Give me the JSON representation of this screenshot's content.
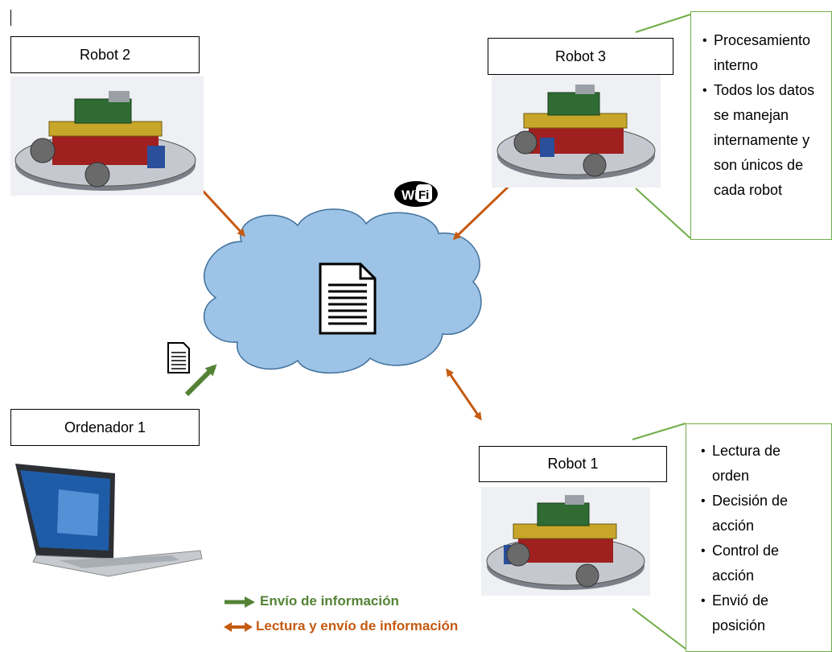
{
  "robots": {
    "robot2": "Robot 2",
    "robot3": "Robot 3",
    "robot1": "Robot 1"
  },
  "computer": "Ordenador 1",
  "robot3_notes": [
    "Procesamiento interno",
    "Todos los datos se manejan internamente y son únicos de cada robot"
  ],
  "robot1_notes": [
    "Lectura de orden",
    "Decisión de acción",
    "Control de acción",
    "Envió de posición"
  ],
  "wifi": {
    "left": "Wi",
    "right": "Fi"
  },
  "legend": {
    "send": "Envío de información",
    "read_send": "Lectura y envío de información"
  },
  "colors": {
    "bidirectional": "#c55a11",
    "send": "#548235",
    "cloud": "#9dc3e6",
    "note_border": "#70ad47"
  }
}
